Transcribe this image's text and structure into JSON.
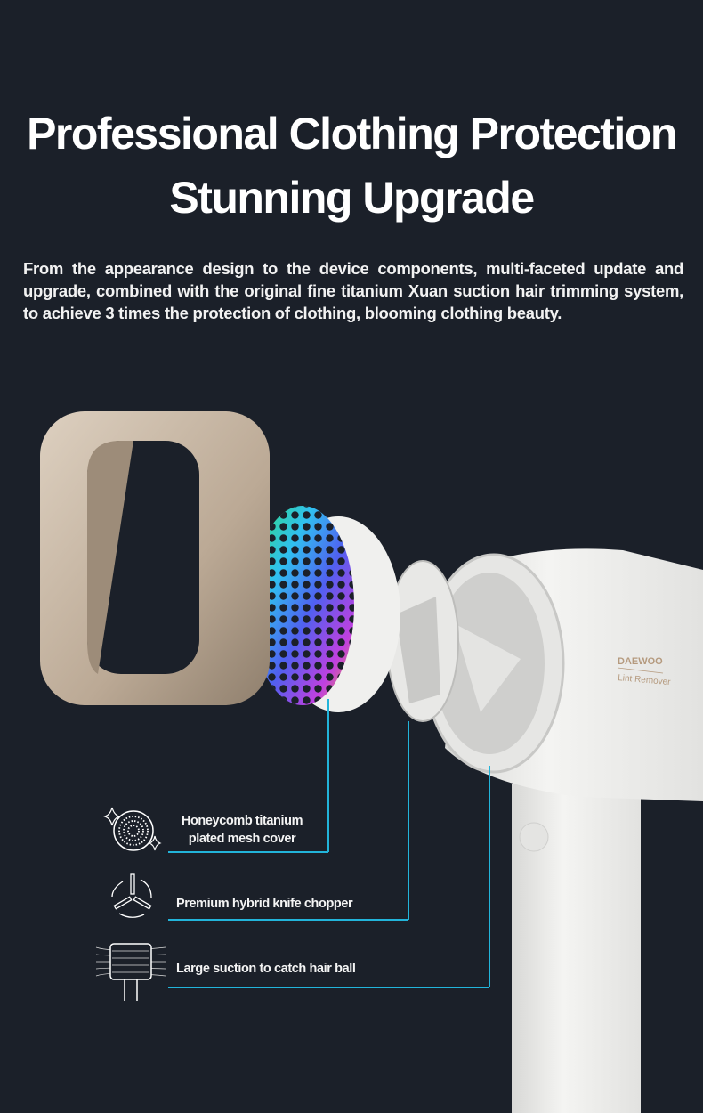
{
  "headline": {
    "line1": "Professional Clothing Protection",
    "line2": "Stunning Upgrade"
  },
  "description": "From the appearance design to the device components, multi-faceted update and upgrade, combined with the original fine titanium Xuan suction hair trimming system, to achieve 3 times the protection of clothing, blooming clothing beauty.",
  "product": {
    "brand": "DAEWOO",
    "model": "Lint Remover"
  },
  "features": [
    {
      "icon": "honeycomb-mesh-icon",
      "label_line1": "Honeycomb titanium",
      "label_line2": "plated mesh cover"
    },
    {
      "icon": "rotating-blades-icon",
      "label": "Premium hybrid knife chopper"
    },
    {
      "icon": "suction-fan-icon",
      "label": "Large suction to catch hair ball"
    }
  ],
  "colors": {
    "background": "#1b2029",
    "callout_line": "#22b4da",
    "frame": "#c8b8a4",
    "body": "#eeeeec"
  }
}
